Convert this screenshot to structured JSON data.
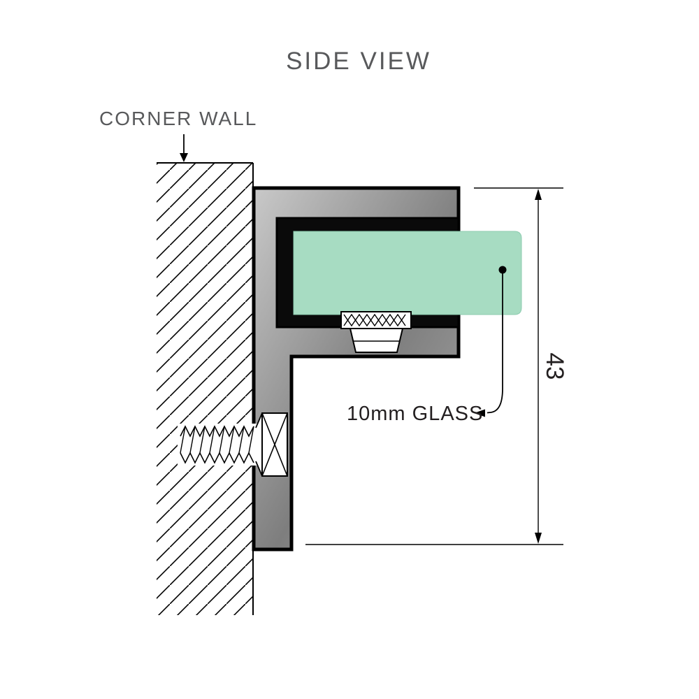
{
  "diagram": {
    "title": "SIDE VIEW",
    "labels": {
      "corner_wall": "CORNER WALL",
      "glass": "10mm GLASS",
      "dimension": "43"
    },
    "colors": {
      "label_gray": "#58595b",
      "label_dark": "#231f20",
      "glass_green": "#a7dcc2",
      "glass_edge": "#8ccbaf",
      "metal_light": "#c9c9c9",
      "metal_mid": "#7e7e7e",
      "metal_end": "#a8a8a8",
      "outline_black": "#000000",
      "gasket_black": "#0a0a0a"
    }
  }
}
